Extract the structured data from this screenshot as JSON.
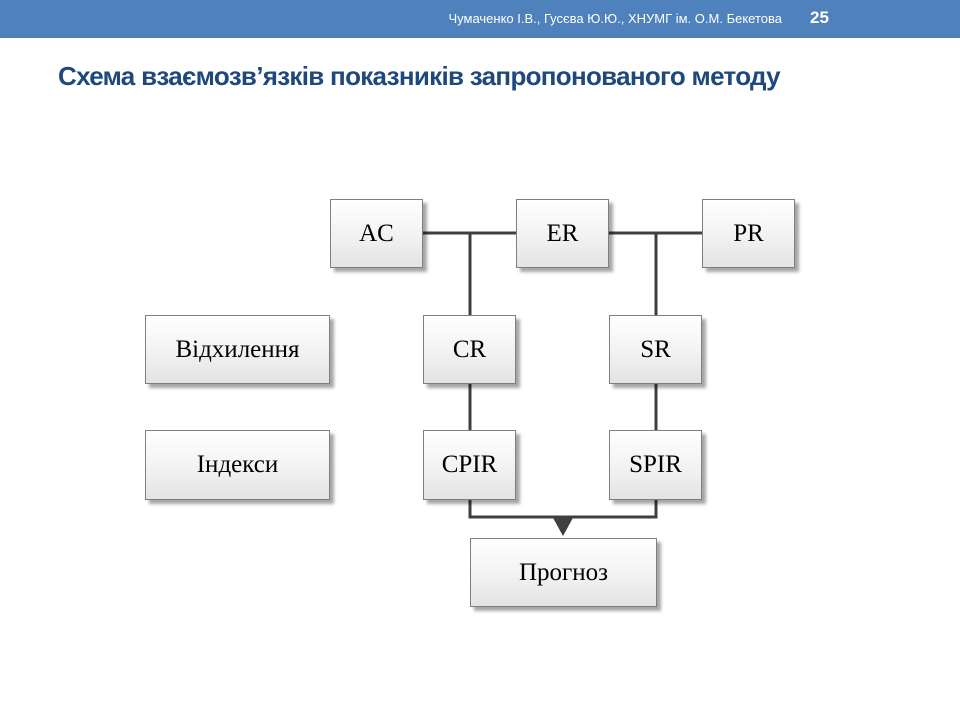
{
  "header": {
    "author": "Чумаченко І.В.,  Гусєва Ю.Ю., ХНУМГ ім. О.М. Бекетова",
    "page_number": "25"
  },
  "title": "Схема взаємозв’язків показників запропонованого методу",
  "diagram": {
    "nodes": {
      "ac": "AC",
      "er": "ER",
      "pr": "PR",
      "cr": "CR",
      "sr": "SR",
      "cpir": "CPIR",
      "spir": "SPIR",
      "prognoz": "Прогноз",
      "vidkhylennia": "Відхилення",
      "indeksy": "Індекси"
    },
    "colors": {
      "header_bar": "#4f81bd",
      "title": "#1f497d",
      "connector": "#3f3f3f"
    }
  }
}
